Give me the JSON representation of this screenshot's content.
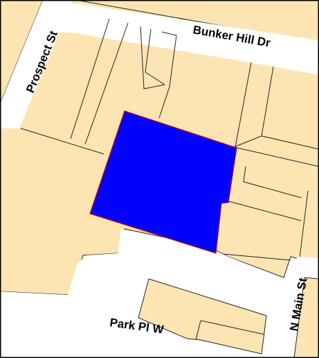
{
  "map": {
    "colors": {
      "parcel_fill": "#fde4b3",
      "selected_parcel_fill": "#0000ff",
      "selected_parcel_outline": "#cc0000",
      "street_fill": "#ffffff",
      "boundary": "#222222"
    },
    "streets": {
      "prospect": "Prospect St",
      "bunker_hill": "Bunker Hill Dr",
      "n_main": "N Main St",
      "park_pl_w": "Park Pl W"
    }
  }
}
